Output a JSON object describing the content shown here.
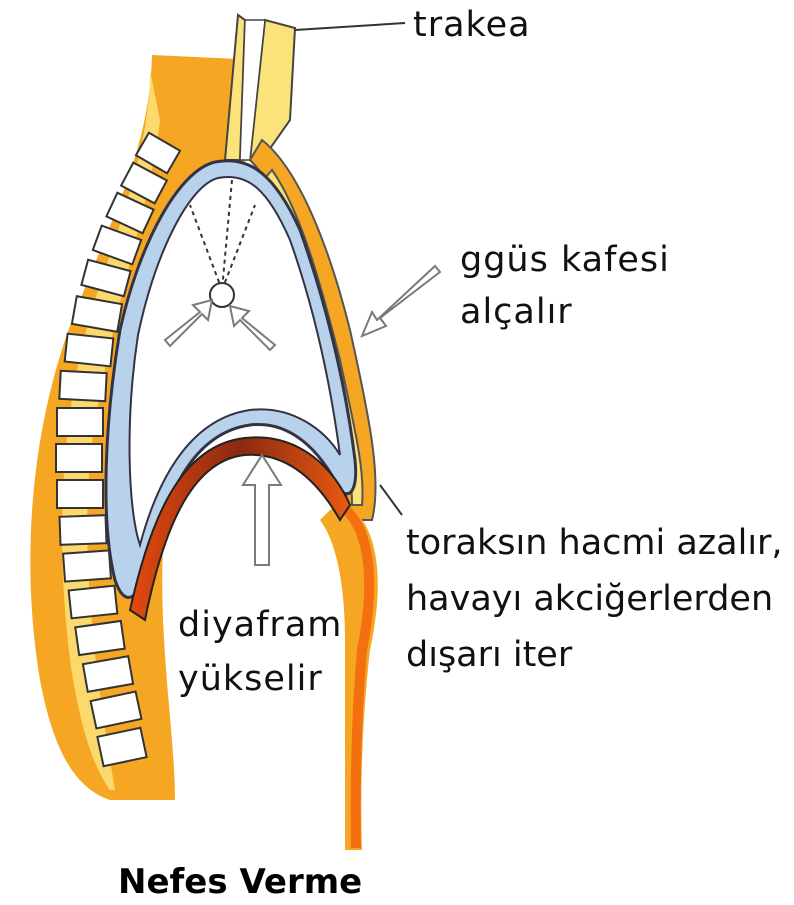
{
  "labels": {
    "trachea": "trakea",
    "chest_line1": "ggüs kafesi",
    "chest_line2": "alçalır",
    "thorax_line1": "toraksın hacmi azalır,",
    "thorax_line2": "havayı akciğerlerden",
    "thorax_line3": "dışarı iter",
    "diaphragm_line1": "diyafram",
    "diaphragm_line2": "yükselir"
  },
  "caption": "Nefes Verme",
  "colors": {
    "body_orange": "#f5a623",
    "body_yellow": "#fbe27a",
    "lung_blue": "#b8d2ec",
    "diaphragm_red": "#8a2a10",
    "arrow_outline": "#7a7a7a"
  }
}
